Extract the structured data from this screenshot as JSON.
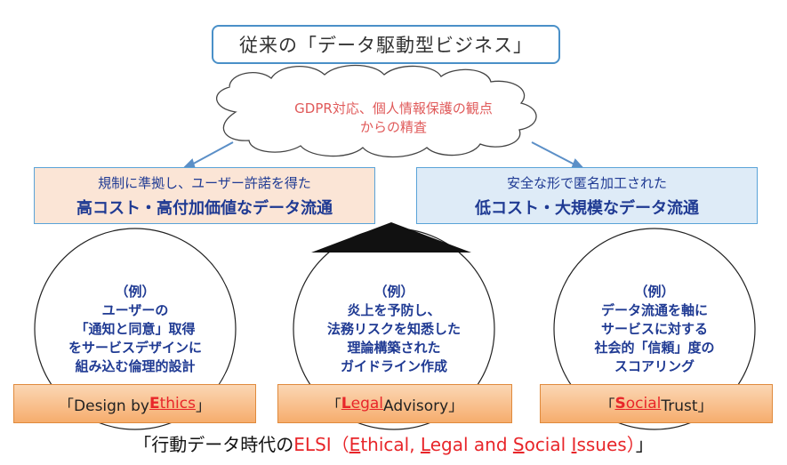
{
  "top_box": {
    "text": "従来の「データ駆動型ビジネス」"
  },
  "cloud": {
    "line1": "GDPR対応、個人情報保護の観点",
    "line2": "からの精査"
  },
  "left_box": {
    "line1": "規制に準拠し、ユーザー許諾を得た",
    "line2": "高コスト・高付加価値なデータ流通"
  },
  "right_box": {
    "line1": "安全な形で匿名加工された",
    "line2": "低コスト・大規模なデータ流通"
  },
  "circles": [
    {
      "lines": [
        "（例）",
        "ユーザーの",
        "「通知と同意」取得",
        "をサービスデザインに",
        "組み込む倫理的設計"
      ]
    },
    {
      "lines": [
        "（例）",
        "炎上を予防し、",
        "法務リスクを知悉した",
        "理論構築された",
        "ガイドライン作成"
      ]
    },
    {
      "lines": [
        "（例）",
        "データ流通を軸に",
        "サービスに対する",
        "社会的「信頼」度の",
        "スコアリング"
      ]
    }
  ],
  "pills": [
    {
      "pre": "「Design by ",
      "hl_first": "E",
      "hl_rest": "thics",
      "post": "」"
    },
    {
      "pre": "「",
      "hl_first": "L",
      "hl_rest": "egal",
      "post": " Advisory」"
    },
    {
      "pre": "「",
      "hl_first": "S",
      "hl_rest": "ocial",
      "post": " Trust」"
    }
  ],
  "footer": {
    "pre": "「行動データ時代の",
    "elsi": "ELSI（",
    "e": "E",
    "e_rest": "thical, ",
    "l": "L",
    "l_rest": "egal and ",
    "s": "S",
    "s_rest": "ocial ",
    "i": "I",
    "i_rest": "ssues）",
    "post": "」"
  },
  "colors": {
    "box_border": "#4a90c8",
    "left_fill": "#fbe5d6",
    "right_fill": "#deebf7",
    "pill_border": "#e08a3c",
    "accent_red": "#e8262a",
    "navy_text": "#1f3a93"
  }
}
